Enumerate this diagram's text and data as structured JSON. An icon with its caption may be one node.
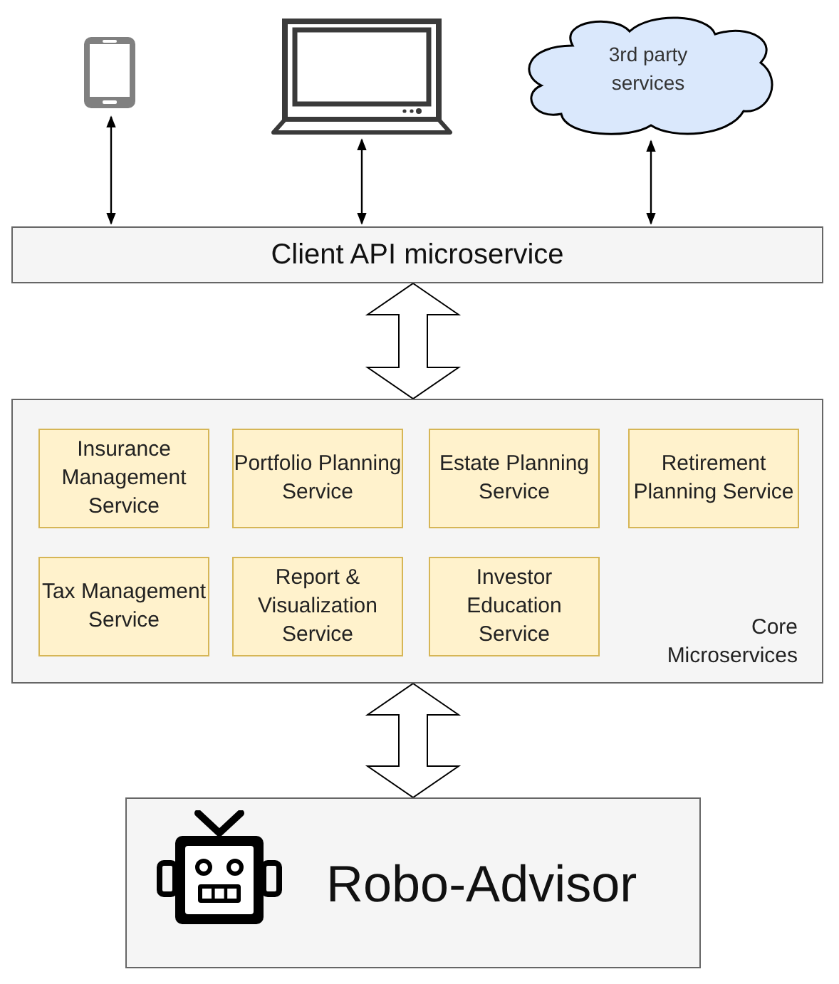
{
  "diagram": {
    "nodes": [
      {
        "text": [],
        "shape": "phone"
      },
      {
        "text": [],
        "shape": "laptop"
      },
      {
        "text": [
          "3rd party services"
        ]
      },
      {
        "text": [
          "Client API microservice"
        ]
      },
      {
        "text": [
          "Core Microservices"
        ]
      },
      {
        "text": [
          "Insurance Management Service"
        ],
        "in": 4
      },
      {
        "text": [
          "Portfolio Planning Service"
        ],
        "in": 4
      },
      {
        "text": [
          "Estate Planning Service"
        ],
        "in": 4
      },
      {
        "text": [
          "Retirement Planning Service"
        ],
        "in": 4
      },
      {
        "text": [
          "Tax Management Service"
        ],
        "in": 4
      },
      {
        "text": [
          "Report & Visualization Service"
        ],
        "in": 4
      },
      {
        "text": [
          "Investor Education Service"
        ],
        "in": 4
      },
      {
        "text": [
          "Robo-Advisor"
        ]
      }
    ],
    "edges": [
      {
        "from": 0,
        "to": 3,
        "arrow": "both"
      },
      {
        "from": 1,
        "to": 3,
        "arrow": "both"
      },
      {
        "from": 2,
        "to": 3,
        "arrow": "both"
      },
      {
        "from": 3,
        "to": 4,
        "arrow": "both",
        "style": "thick"
      },
      {
        "from": 4,
        "to": 12,
        "arrow": "both",
        "style": "thick"
      }
    ]
  }
}
